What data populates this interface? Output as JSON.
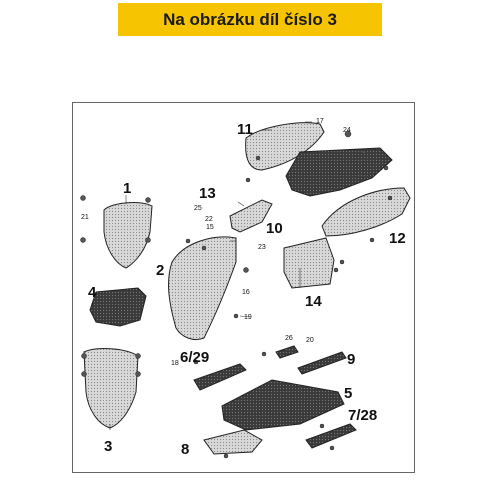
{
  "banner": {
    "title": "Na obrázku díl číslo 3",
    "color": "#f6c400"
  },
  "big_labels": [
    "1",
    "2",
    "3",
    "4",
    "5",
    "6/29",
    "7/28",
    "8",
    "9",
    "10",
    "11",
    "12",
    "13",
    "14"
  ],
  "small_labels": [
    "15",
    "16",
    "17",
    "18",
    "19",
    "20",
    "21",
    "22",
    "23",
    "24",
    "25",
    "26"
  ],
  "colors": {
    "part_fill": "#cfcfcf",
    "dark_fill": "#4a4a4a",
    "frame": "#666666"
  }
}
